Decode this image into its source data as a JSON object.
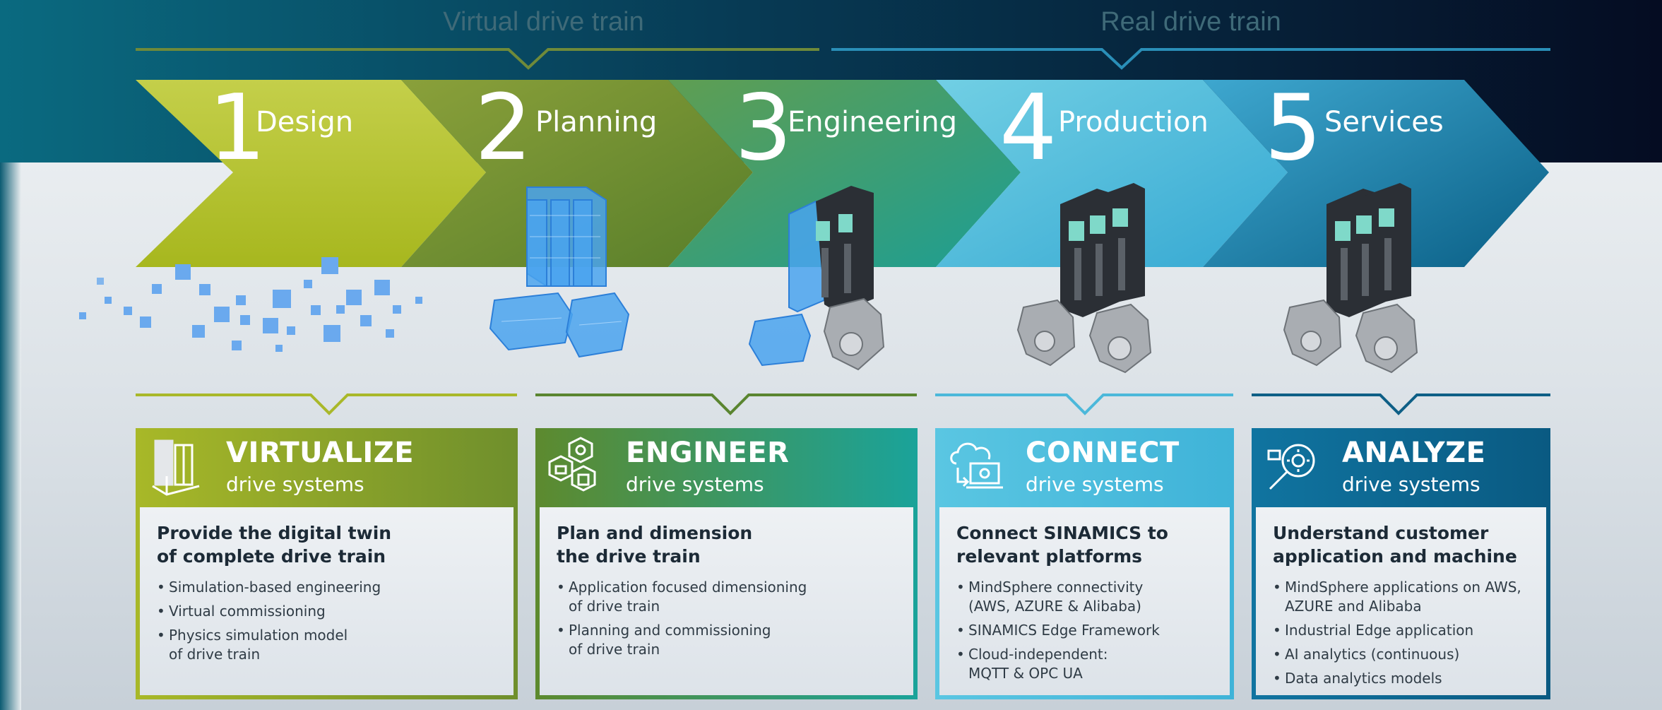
{
  "phases": {
    "virtual": "Virtual drive train",
    "real": "Real drive train"
  },
  "steps": [
    {
      "number": "1",
      "label": "Design"
    },
    {
      "number": "2",
      "label": "Planning"
    },
    {
      "number": "3",
      "label": "Engineering"
    },
    {
      "number": "4",
      "label": "Production"
    },
    {
      "number": "5",
      "label": "Services"
    }
  ],
  "cards": [
    {
      "title": "VIRTUALIZE",
      "subtitle": "drive systems",
      "heading": "Provide the digital twin\nof complete drive train",
      "bullets": [
        "Simulation-based engineering",
        "Virtual commissioning",
        "Physics simulation model\nof drive train"
      ]
    },
    {
      "title": "ENGINEER",
      "subtitle": "drive systems",
      "heading": "Plan and dimension\nthe drive train",
      "bullets": [
        "Application focused dimensioning\nof drive train",
        "Planning and commissioning\nof drive train"
      ]
    },
    {
      "title": "CONNECT",
      "subtitle": "drive systems",
      "heading": "Connect SINAMICS to\nrelevant platforms",
      "bullets": [
        "MindSphere connectivity\n(AWS, AZURE & Alibaba)",
        "SINAMICS Edge Framework",
        "Cloud-independent:\nMQTT & OPC UA"
      ]
    },
    {
      "title": "ANALYZE",
      "subtitle": "drive systems",
      "heading": "Understand customer\napplication and machine",
      "bullets": [
        "MindSphere applications on AWS,\nAZURE and Alibaba",
        "Industrial Edge application",
        "AI analytics (continuous)",
        "Data analytics models"
      ]
    }
  ],
  "colors": {
    "green_light": "#b4c42a",
    "green_dark": "#5a7f2a",
    "teal": "#1aa79c",
    "cyan": "#4ebadc",
    "blue_dark": "#0a5a82"
  },
  "icons": [
    "cabinet-icon",
    "gears-icon",
    "cloud-laptop-icon",
    "magnifier-gear-icon"
  ]
}
